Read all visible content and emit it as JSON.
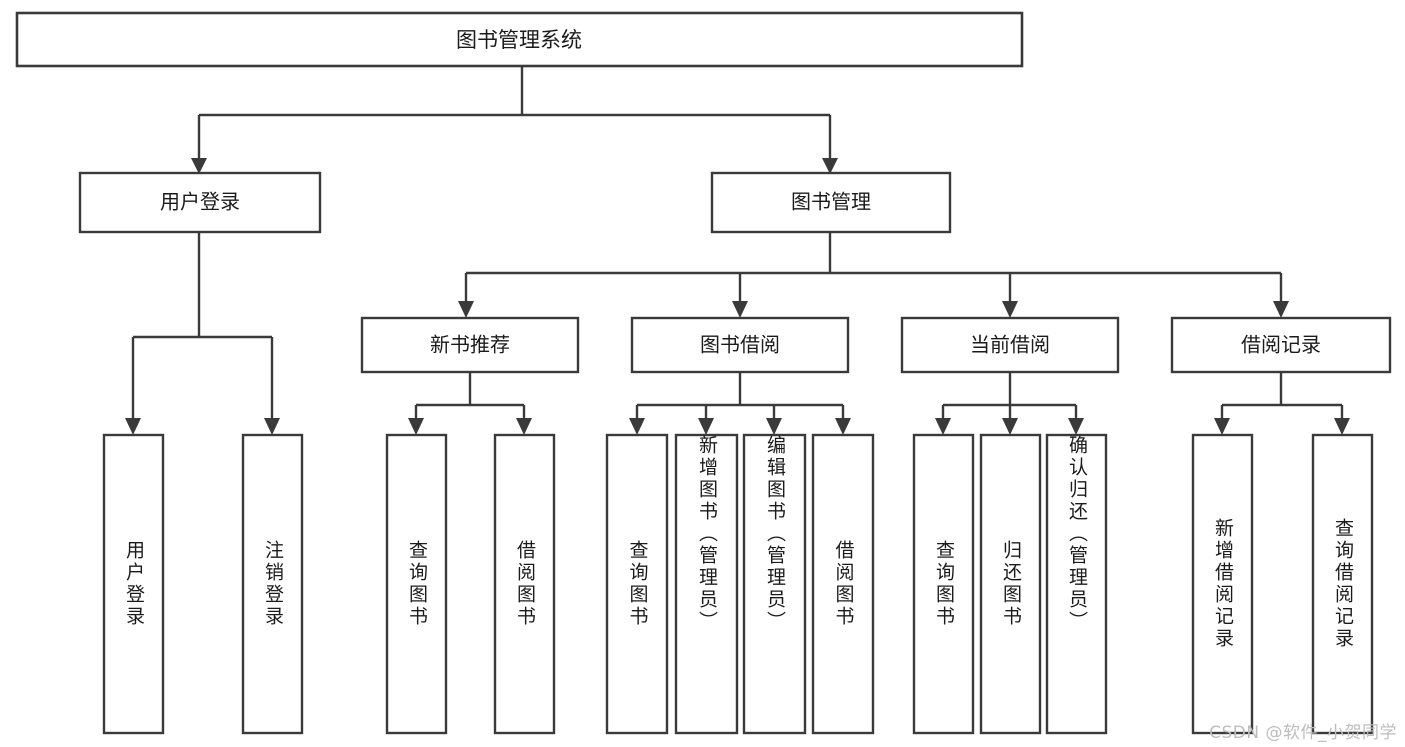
{
  "diagram": {
    "type": "tree",
    "title": "图书管理系统",
    "orientation": "top-down",
    "colors": {
      "stroke": "#3a3a3a",
      "box_fill": "#ffffff",
      "text": "#1b1b1b",
      "background": "#ffffff",
      "watermark": "#bdbdbd"
    }
  },
  "root": {
    "label": "图书管理系统"
  },
  "level2": [
    {
      "label": "用户登录"
    },
    {
      "label": "图书管理"
    }
  ],
  "level3": [
    {
      "label": "新书推荐"
    },
    {
      "label": "图书借阅"
    },
    {
      "label": "当前借阅"
    },
    {
      "label": "借阅记录"
    }
  ],
  "leaves": {
    "user_login": [
      {
        "label": "用户登录"
      },
      {
        "label": "注销登录"
      }
    ],
    "new_book_recommend": [
      {
        "label": "查询图书"
      },
      {
        "label": "借阅图书"
      }
    ],
    "book_borrow": [
      {
        "label": "查询图书"
      },
      {
        "label": "新增图书（管理员）"
      },
      {
        "label": "编辑图书（管理员）"
      },
      {
        "label": "借阅图书"
      }
    ],
    "current_borrow": [
      {
        "label": "查询图书"
      },
      {
        "label": "归还图书"
      },
      {
        "label": "确认归还（管理员）"
      }
    ],
    "borrow_record": [
      {
        "label": "新增借阅记录"
      },
      {
        "label": "查询借阅记录"
      }
    ]
  },
  "watermark": {
    "text": "CSDN @软件_小贺同学"
  }
}
